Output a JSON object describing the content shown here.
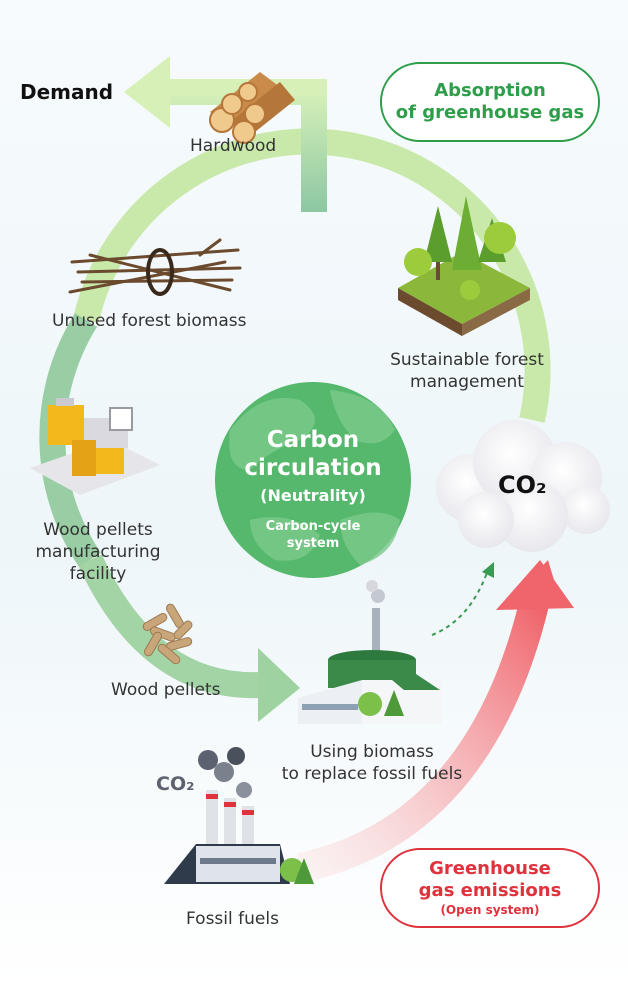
{
  "labels": {
    "demand": "Demand",
    "hardwood": "Hardwood",
    "unused_forest_biomass": "Unused forest biomass",
    "sustainable_forest_line1": "Sustainable forest",
    "sustainable_forest_line2": "management",
    "pellet_facility_line1": "Wood pellets",
    "pellet_facility_line2": "manufacturing",
    "pellet_facility_line3": "facility",
    "wood_pellets": "Wood pellets",
    "biomass_line1": "Using biomass",
    "biomass_line2": "to replace fossil fuels",
    "fossil_fuels": "Fossil fuels",
    "co2_cloud": "CO₂",
    "co2_factory": "CO₂"
  },
  "center": {
    "title_line1": "Carbon",
    "title_line2": "circulation",
    "subtitle": "(Neutrality)",
    "caption_line1": "Carbon-cycle",
    "caption_line2": "system"
  },
  "absorption_badge": {
    "line1": "Absorption",
    "line2": "of greenhouse gas"
  },
  "emissions_badge": {
    "line1": "Greenhouse",
    "line2": "gas emissions",
    "sub": "(Open system)"
  },
  "colors": {
    "cycle_green": "#8fcf8a",
    "globe_green": "#4eb56a",
    "emission_red": "#e0323c",
    "absorption_green": "#2e9e4a"
  },
  "icons": [
    "hardwood-logs-icon",
    "twig-bundle-icon",
    "forest-icon",
    "pellet-machine-icon",
    "pellets-icon",
    "biomass-plant-icon",
    "fossil-factory-icon",
    "co2-cloud-icon"
  ]
}
